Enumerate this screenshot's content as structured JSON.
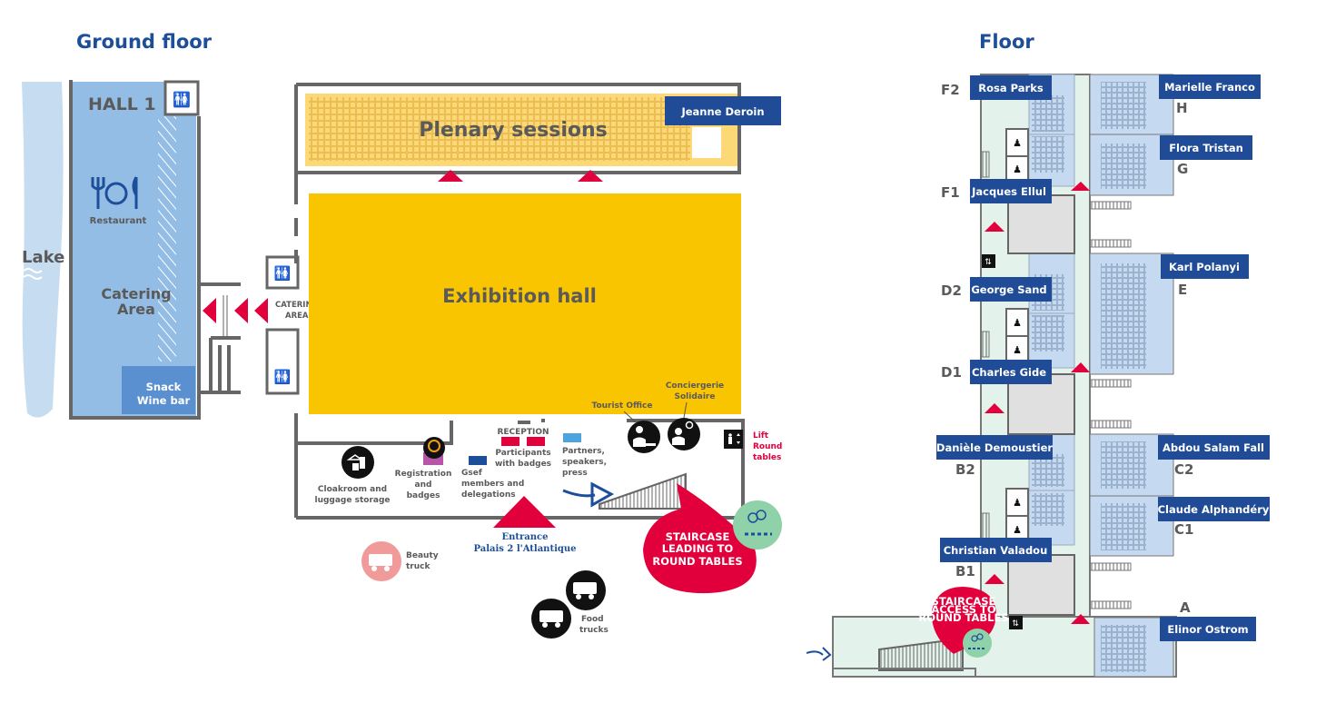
{
  "titles": {
    "ground_floor": "Ground floor",
    "floor": "Floor"
  },
  "colors": {
    "label_blue": "#1f4b97",
    "accent_red": "#e2003c",
    "exhibition_yellow": "#f9c400",
    "plenary_yellow": "#fcd976",
    "hall_blue": "#94bde6",
    "lake_blue": "#c5dcf1",
    "corridor_green": "#e3f2ea",
    "room_blue": "#c5daf0",
    "round_table_green": "#8fd1a8"
  },
  "ground": {
    "lake": "Lake",
    "hall1": "HALL 1",
    "restaurant": "Restaurant",
    "catering_area": [
      "Catering",
      "Area"
    ],
    "snack": [
      "Snack",
      "Wine bar"
    ],
    "catering_area_small": [
      "CATERING",
      "AREA"
    ],
    "plenary": "Plenary sessions",
    "jeanne_deroin": "Jeanne Deroin",
    "exhibition": "Exhibition hall",
    "tourist_office": "Tourist Office",
    "conciergerie": [
      "Conciergerie",
      "Solidaire"
    ],
    "lift_round_tables": [
      "Lift",
      "Round",
      "tables"
    ],
    "reception": "RECEPTION",
    "participants": [
      "Participants",
      "with badges"
    ],
    "partners": [
      "Partners,",
      "speakers,",
      "press"
    ],
    "gsef": [
      "Gsef",
      "members and",
      "delegations"
    ],
    "registration": [
      "Registration",
      "and",
      "badges"
    ],
    "cloakroom": [
      "Cloakroom and",
      "luggage storage"
    ],
    "entrance": [
      "Entrance",
      "Palais 2 l'Atlantique"
    ],
    "staircase": [
      "STAIRCASE",
      "LEADING TO",
      "ROUND TABLES"
    ],
    "beauty_truck": [
      "Beauty",
      "truck"
    ],
    "food_trucks": [
      "Food",
      "trucks"
    ]
  },
  "floor": {
    "rooms": {
      "rosa_parks": "Rosa Parks",
      "marielle_franco": "Marielle Franco",
      "flora_tristan": "Flora Tristan",
      "jacques_ellul": "Jacques Ellul",
      "karl_polanyi": "Karl Polanyi",
      "george_sand": "George Sand",
      "charles_gide": "Charles Gide",
      "daniele_demoustier": "Danièle Demoustier",
      "abdou_salam_fall": "Abdou Salam Fall",
      "claude_alphandery": "Claude Alphandéry",
      "christian_valadou": "Christian Valadou",
      "elinor_ostrom": "Elinor Ostrom"
    },
    "codes": {
      "f2": "F2",
      "h": "H",
      "g": "G",
      "f1": "F1",
      "e": "E",
      "d2": "D2",
      "d1": "D1",
      "b2": "B2",
      "c2": "C2",
      "c1": "C1",
      "b1": "B1",
      "a": "A"
    },
    "staircase": [
      "STAIRCASE",
      "ACCESS TO",
      "ROUND TABLES"
    ]
  }
}
